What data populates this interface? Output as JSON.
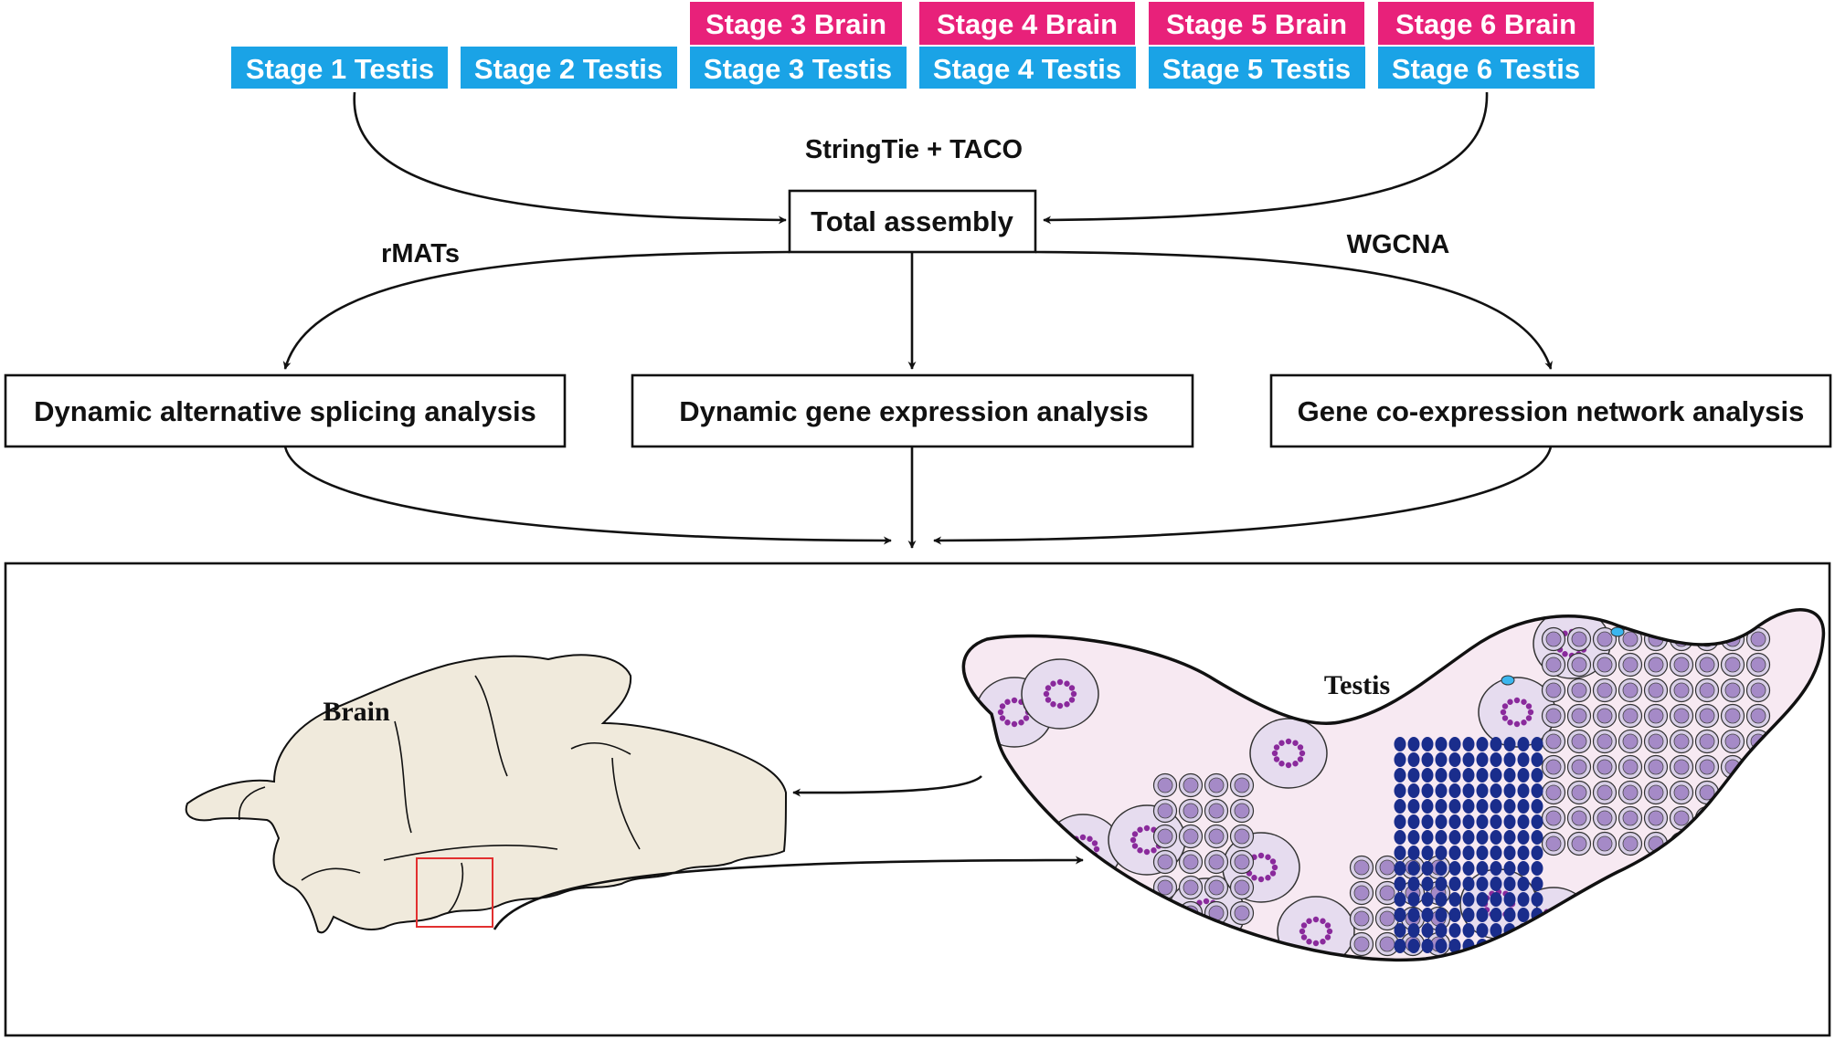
{
  "colors": {
    "brain_tag": "#e8217a",
    "testis_tag": "#1aa3e6",
    "box_border": "#111111",
    "brain_fill": "#f0eadc",
    "testis_fill": "#f7e9f2",
    "cell_outer": "#d9d0e8",
    "cell_inner": "#a58ac7",
    "large_cell": "#e6dcef",
    "chromatin": "#8a2a9c",
    "sperm_dots": "#1a2d8c",
    "sertoli": "#3bb6ee",
    "region_box": "#e23030"
  },
  "icons": {
    "brain": "brain-illustration",
    "testis": "testis-cross-section-illustration"
  },
  "brain_tags": [
    "Stage 3 Brain",
    "Stage 4 Brain",
    "Stage 5 Brain",
    "Stage 6 Brain"
  ],
  "testis_tags": [
    "Stage 1 Testis",
    "Stage 2 Testis",
    "Stage 3 Testis",
    "Stage 4 Testis",
    "Stage 5 Testis",
    "Stage 6 Testis"
  ],
  "labels": {
    "assembly_tool": "StringTie + TACO",
    "total_assembly": "Total assembly",
    "splicing_tool": "rMATs",
    "network_tool": "WGCNA",
    "splicing_analysis": "Dynamic alternative splicing analysis",
    "expression_analysis": "Dynamic gene expression analysis",
    "network_analysis": "Gene co-expression network analysis",
    "brain": "Brain",
    "testis": "Testis"
  }
}
